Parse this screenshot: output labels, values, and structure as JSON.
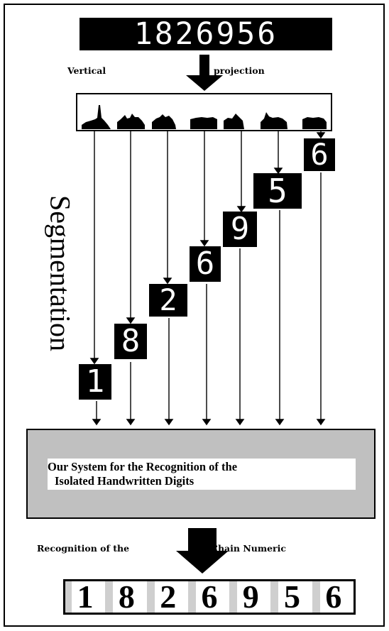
{
  "input_chain": "1826956",
  "vertical_projection_label_left": "Vertical",
  "vertical_projection_label_right": "projection",
  "segmentation_label": "Segmentation",
  "segmented_digits": [
    "1",
    "8",
    "2",
    "6",
    "9",
    "5",
    "6"
  ],
  "system_box": {
    "line1": "Our System for the Recognition of the",
    "line2": "Isolated Handwritten Digits"
  },
  "recognition_label_left": "Recognition of the",
  "recognition_label_right": "Chain Numeric",
  "output_digits": [
    "1",
    "8",
    "2",
    "6",
    "9",
    "5",
    "6"
  ]
}
